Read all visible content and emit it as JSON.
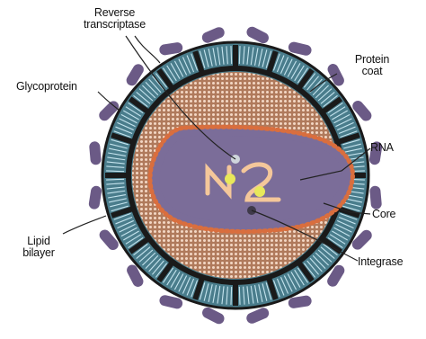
{
  "colors": {
    "membrane_teal": "#4a7d8c",
    "membrane_stripes": "#c5e4ee",
    "glycoprotein": "#6b5a86",
    "outer_ring_dark": "#1a1a1a",
    "matrix_brown": "#b07a5c",
    "matrix_dots": "#f3d7c4",
    "core_shell_dots": "#d96e3e",
    "core_fill": "#7b6d99",
    "rna_strand": "#f4c79a",
    "reverse_transcriptase_dot": "#e8e85a",
    "integrase_dot": "#3f3a4a",
    "label_line": "#222222"
  },
  "labels": {
    "reverse_transcriptase": [
      "Reverse",
      "transcriptase"
    ],
    "protein_coat": [
      "Protein",
      "coat"
    ],
    "glycoprotein": "Glycoprotein",
    "rna": "RNA",
    "core": "Core",
    "lipid_bilayer": [
      "Lipid",
      "bilayer"
    ],
    "integrase": "Integrase"
  }
}
